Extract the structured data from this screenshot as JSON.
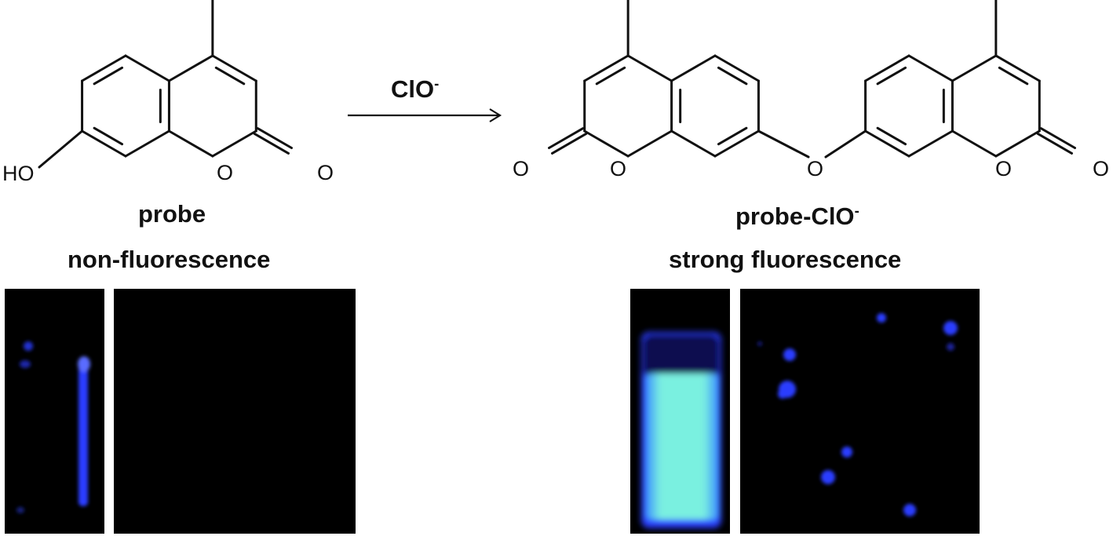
{
  "reaction": {
    "reagent": "ClO",
    "reagent_charge": "-"
  },
  "probe": {
    "name": "probe",
    "property": "non-fluorescence",
    "atom_labels": {
      "hydroxyl": "HO",
      "ring_oxygen": "O",
      "carbonyl_oxygen": "O"
    }
  },
  "product": {
    "name": "probe-ClO",
    "name_charge": "-",
    "property": "strong fluorescence",
    "atom_labels": {
      "left_carbonyl_oxygen": "O",
      "left_ring_oxygen": "O",
      "ether_oxygen": "O",
      "right_ring_oxygen": "O",
      "right_carbonyl_oxygen": "O"
    }
  },
  "colors": {
    "background": "#ffffff",
    "bonds": "#111111",
    "photo_background": "#000000",
    "blue_emission": "#2a3cff",
    "cyan_emission": "#7af0e0"
  }
}
